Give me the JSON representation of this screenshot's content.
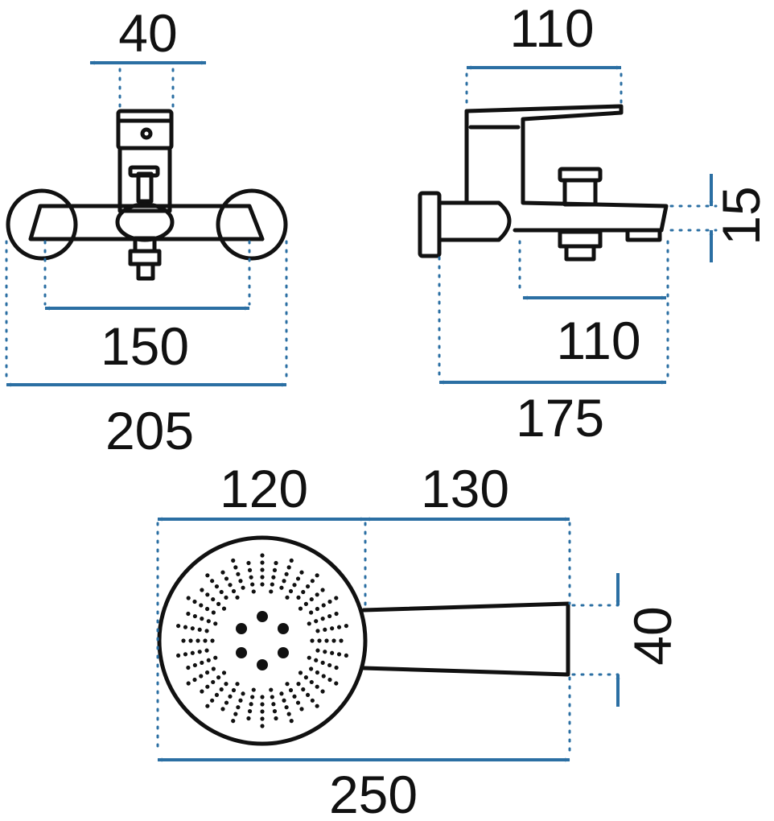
{
  "colors": {
    "dimension": "#2b6fa3",
    "outline": "#111111",
    "background": "#ffffff"
  },
  "front_view": {
    "top_width": "40",
    "inner_width": "150",
    "total_width": "205"
  },
  "side_view": {
    "spout_length": "110",
    "height": "15",
    "outlet_offset": "110",
    "total_depth": "175"
  },
  "shower_head": {
    "head_diameter": "120",
    "handle_length": "130",
    "handle_width": "40",
    "total_length": "250"
  }
}
